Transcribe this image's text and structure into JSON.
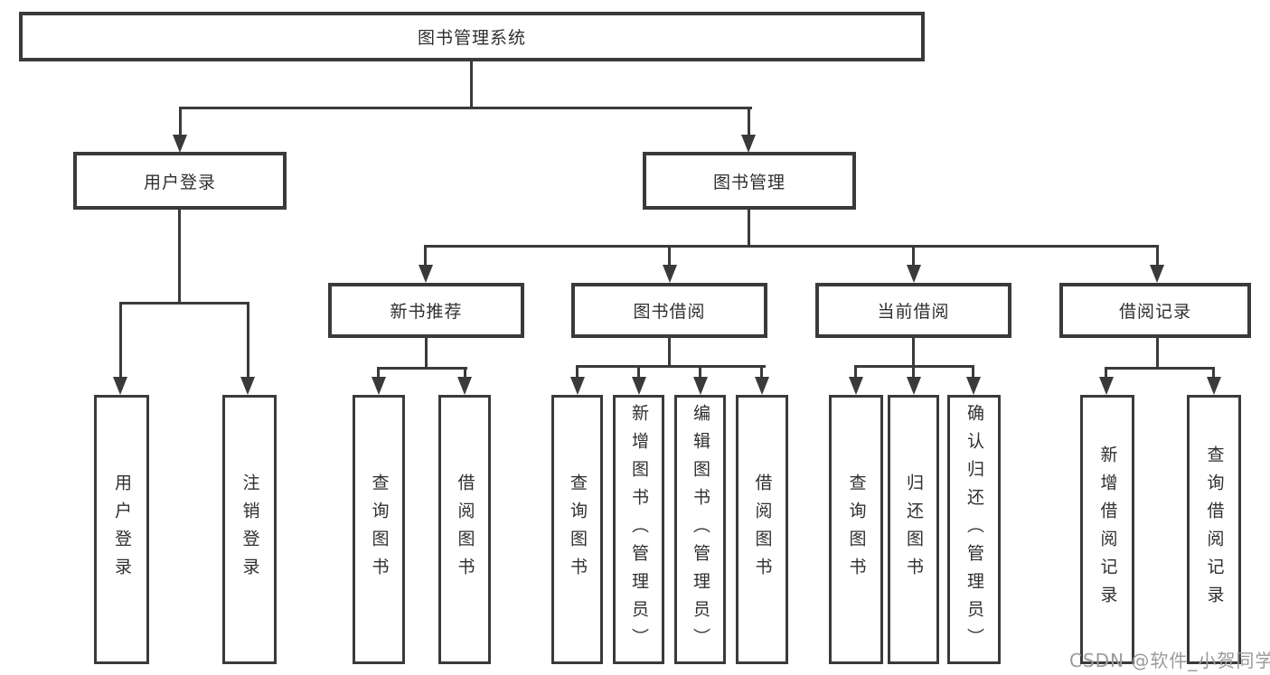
{
  "diagram_title": "图书管理系统",
  "colors": {
    "line": "#3a3a3a",
    "text": "#2f2f2f",
    "background": "#ffffff",
    "watermark_gray": "#9a9a9a"
  },
  "watermark": {
    "text": "CSDN @软件_小贺同学"
  },
  "tree": {
    "label": "图书管理系统",
    "children": [
      {
        "label": "用户登录",
        "children": [
          {
            "label": "用户登录"
          },
          {
            "label": "注销登录"
          }
        ]
      },
      {
        "label": "图书管理",
        "children": [
          {
            "label": "新书推荐",
            "children": [
              {
                "label": "查询图书"
              },
              {
                "label": "借阅图书"
              }
            ]
          },
          {
            "label": "图书借阅",
            "children": [
              {
                "label": "查询图书"
              },
              {
                "label": "新增图书（管理员）"
              },
              {
                "label": "编辑图书（管理员）"
              },
              {
                "label": "借阅图书"
              }
            ]
          },
          {
            "label": "当前借阅",
            "children": [
              {
                "label": "查询图书"
              },
              {
                "label": "归还图书"
              },
              {
                "label": "确认归还（管理员）"
              }
            ]
          },
          {
            "label": "借阅记录",
            "children": [
              {
                "label": "新增借阅记录"
              },
              {
                "label": "查询借阅记录"
              }
            ]
          }
        ]
      }
    ]
  }
}
